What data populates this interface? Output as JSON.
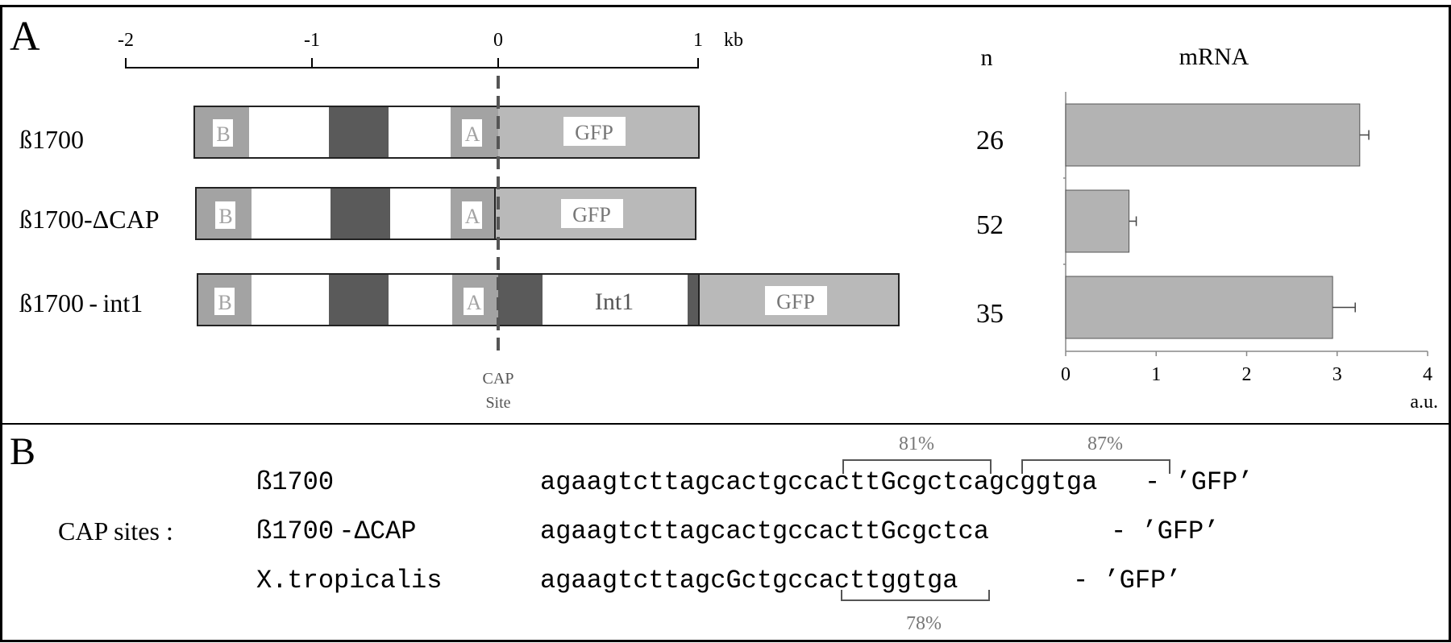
{
  "panel_a": {
    "label": "A",
    "scale": {
      "ticks": [
        "-2",
        "-1",
        "0",
        "1"
      ],
      "unit": "kb"
    },
    "constructs": [
      {
        "name": "ß1700",
        "box_b": "B",
        "box_a": "A",
        "gfp": "GFP"
      },
      {
        "name": "ß1700-ΔCAP",
        "box_b": "B",
        "box_a": "A",
        "gfp": "GFP"
      },
      {
        "name": "ß1700 - int1",
        "box_b": "B",
        "box_a": "A",
        "intron": "Int1",
        "gfp": "GFP"
      }
    ],
    "cap_site": {
      "line1": "CAP",
      "line2": "Site"
    },
    "n_header": "n",
    "colors": {
      "light_gray": "#b9b9b9",
      "mid_gray": "#a3a3a3",
      "dark_gray": "#5a5a5a",
      "line": "#333333"
    }
  },
  "chart_data": {
    "type": "bar",
    "orientation": "horizontal",
    "title": "mRNA",
    "categories": [
      "ß1700",
      "ß1700-ΔCAP",
      "ß1700-int1"
    ],
    "n": [
      "26",
      "52",
      "35"
    ],
    "values": [
      3.25,
      0.7,
      2.95
    ],
    "errors": [
      0.1,
      0.08,
      0.25
    ],
    "xlim": [
      0,
      4
    ],
    "xticks": [
      "0",
      "1",
      "2",
      "3",
      "4"
    ],
    "xlabel": "a.u.",
    "bar_color": "#b3b3b3"
  },
  "panel_b": {
    "label": "B",
    "row_title": "CAP sites :",
    "rows": [
      {
        "name": "ß1700",
        "sequence": "agaagtcttagcactgccacttGcgctcagcggtga",
        "suffix": "-  ’GFP’"
      },
      {
        "name": "ß1700 -ΔCAP",
        "sequence": "agaagtcttagcactgccacttGcgctca",
        "suffix": "-  ’GFP’"
      },
      {
        "name": "X.tropicalis",
        "sequence": "agaagtcttagcGctgccacttggtga",
        "suffix": "-  ’GFP’"
      }
    ],
    "identity": [
      "81%",
      "87%",
      "78%"
    ]
  }
}
